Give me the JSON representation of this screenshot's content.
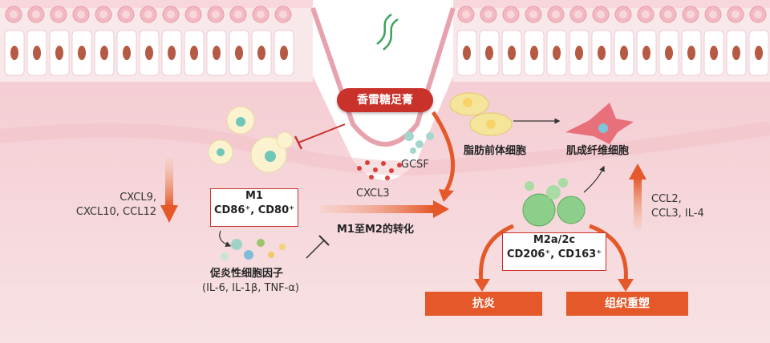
{
  "center": {
    "label": "香雷糖足膏"
  },
  "m1": {
    "title": "M1",
    "markers": "CD86⁺, CD80⁺"
  },
  "m2": {
    "title": "M2a/2c",
    "markers": "CD206⁺, CD163⁺"
  },
  "chemokines_left": {
    "line1": "CXCL9,",
    "line2": "CXCL10, CCL12"
  },
  "cytokines": {
    "title": "促炎性细胞因子",
    "list": "(IL-6, IL-1β, TNF-α)"
  },
  "transition": {
    "label": "M1至M2的转化"
  },
  "gcsf": {
    "label": "GCSF"
  },
  "cxcl3": {
    "label": "CXCL3"
  },
  "preadipocyte": {
    "label": "脂肪前体细胞"
  },
  "myofibroblast": {
    "label": "肌成纤维细胞"
  },
  "chemokines_right": {
    "line1": "CCL2,",
    "line2": "CCL3, IL-4"
  },
  "outcomes": {
    "anti_inflammation": "抗炎",
    "tissue_remodeling": "组织重塑"
  },
  "colors": {
    "accent": "#c8322b",
    "arrow": "#e4582a",
    "skin": "#f6d4d8",
    "fat": "#f1dcb6"
  }
}
